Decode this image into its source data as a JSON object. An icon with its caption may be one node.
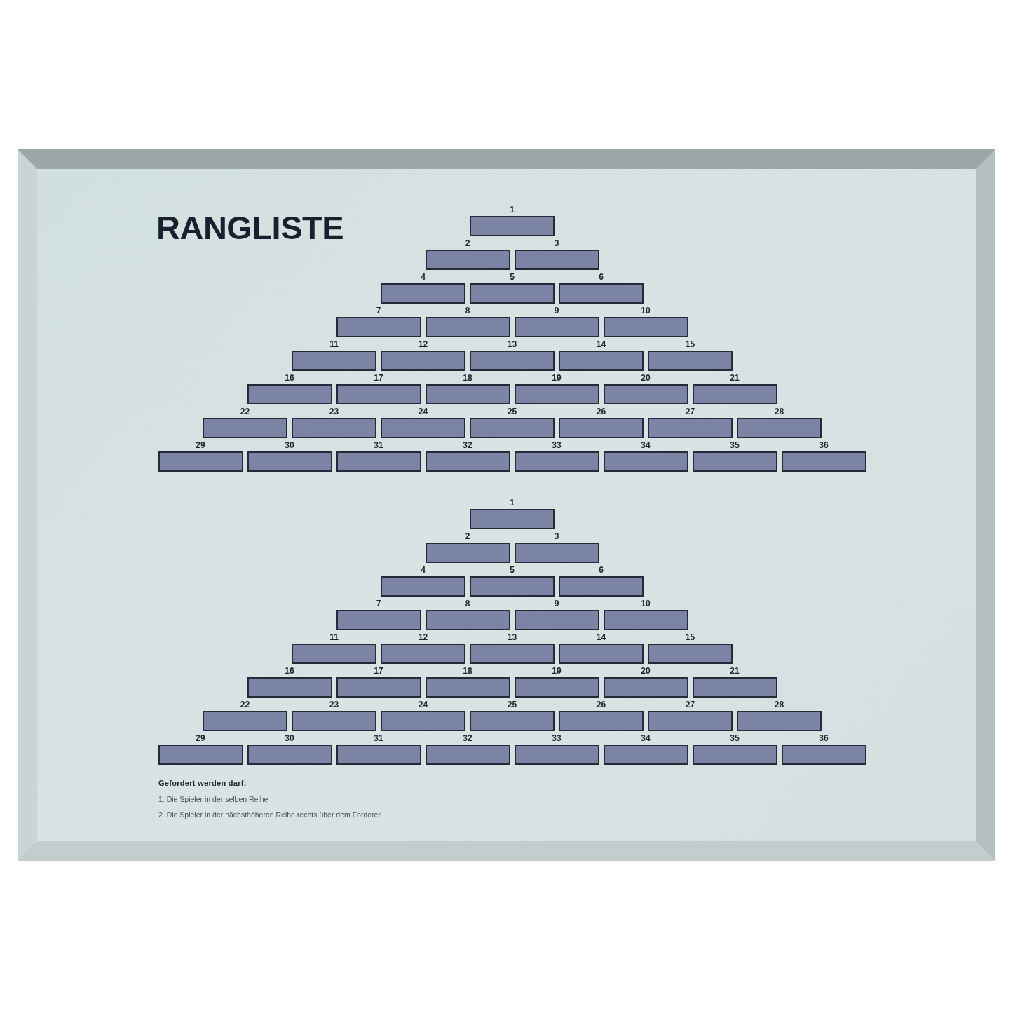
{
  "diagram": {
    "title": "RANGLISTE",
    "nodes": [
      {
        "text": [
          "1"
        ]
      },
      {
        "text": [
          "2"
        ]
      },
      {
        "text": [
          "3"
        ]
      },
      {
        "text": [
          "4"
        ]
      },
      {
        "text": [
          "5"
        ]
      },
      {
        "text": [
          "6"
        ]
      },
      {
        "text": [
          "7"
        ]
      },
      {
        "text": [
          "8"
        ]
      },
      {
        "text": [
          "9"
        ]
      },
      {
        "text": [
          "10"
        ]
      },
      {
        "text": [
          "11"
        ]
      },
      {
        "text": [
          "12"
        ]
      },
      {
        "text": [
          "13"
        ]
      },
      {
        "text": [
          "14"
        ]
      },
      {
        "text": [
          "15"
        ]
      },
      {
        "text": [
          "16"
        ]
      },
      {
        "text": [
          "17"
        ]
      },
      {
        "text": [
          "18"
        ]
      },
      {
        "text": [
          "19"
        ]
      },
      {
        "text": [
          "20"
        ]
      },
      {
        "text": [
          "21"
        ]
      },
      {
        "text": [
          "22"
        ]
      },
      {
        "text": [
          "23"
        ]
      },
      {
        "text": [
          "24"
        ]
      },
      {
        "text": [
          "25"
        ]
      },
      {
        "text": [
          "26"
        ]
      },
      {
        "text": [
          "27"
        ]
      },
      {
        "text": [
          "28"
        ]
      },
      {
        "text": [
          "29"
        ]
      },
      {
        "text": [
          "30"
        ]
      },
      {
        "text": [
          "31"
        ]
      },
      {
        "text": [
          "32"
        ]
      },
      {
        "text": [
          "33"
        ]
      },
      {
        "text": [
          "34"
        ]
      },
      {
        "text": [
          "35"
        ]
      },
      {
        "text": [
          "36"
        ]
      },
      {
        "text": [
          "1"
        ]
      },
      {
        "text": [
          "2"
        ]
      },
      {
        "text": [
          "3"
        ]
      },
      {
        "text": [
          "4"
        ]
      },
      {
        "text": [
          "5"
        ]
      },
      {
        "text": [
          "6"
        ]
      },
      {
        "text": [
          "7"
        ]
      },
      {
        "text": [
          "8"
        ]
      },
      {
        "text": [
          "9"
        ]
      },
      {
        "text": [
          "10"
        ]
      },
      {
        "text": [
          "11"
        ]
      },
      {
        "text": [
          "12"
        ]
      },
      {
        "text": [
          "13"
        ]
      },
      {
        "text": [
          "14"
        ]
      },
      {
        "text": [
          "15"
        ]
      },
      {
        "text": [
          "16"
        ]
      },
      {
        "text": [
          "17"
        ]
      },
      {
        "text": [
          "18"
        ]
      },
      {
        "text": [
          "19"
        ]
      },
      {
        "text": [
          "20"
        ]
      },
      {
        "text": [
          "21"
        ]
      },
      {
        "text": [
          "22"
        ]
      },
      {
        "text": [
          "23"
        ]
      },
      {
        "text": [
          "24"
        ]
      },
      {
        "text": [
          "25"
        ]
      },
      {
        "text": [
          "26"
        ]
      },
      {
        "text": [
          "27"
        ]
      },
      {
        "text": [
          "28"
        ]
      },
      {
        "text": [
          "29"
        ]
      },
      {
        "text": [
          "30"
        ]
      },
      {
        "text": [
          "31"
        ]
      },
      {
        "text": [
          "32"
        ]
      },
      {
        "text": [
          "33"
        ]
      },
      {
        "text": [
          "34"
        ]
      },
      {
        "text": [
          "35"
        ]
      },
      {
        "text": [
          "36"
        ]
      }
    ],
    "labels": [
      "Gefordert werden darf:",
      "1. Die Spieler in der selben Reihe",
      "2. Die Spieler in der nächsthöheren Reihe rechts über dem Forderer"
    ]
  }
}
